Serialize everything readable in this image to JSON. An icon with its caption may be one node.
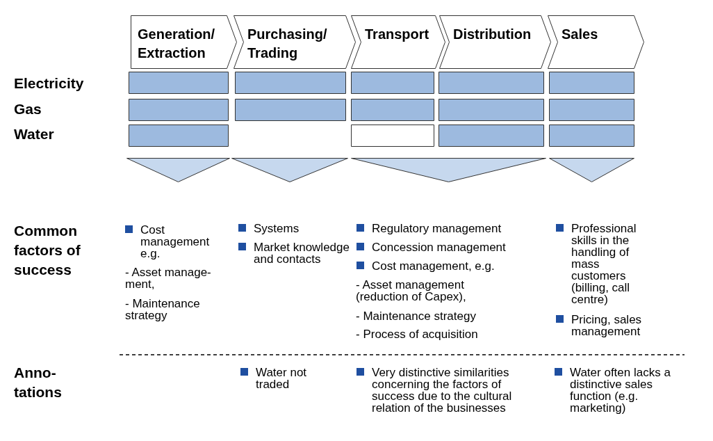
{
  "diagram": {
    "nodes": [
      {
        "text": [
          "Generation/ Extraction"
        ]
      },
      {
        "text": [
          "Purchasing/ Trading"
        ]
      },
      {
        "text": [
          "Transport"
        ]
      },
      {
        "text": [
          "Distribution"
        ]
      },
      {
        "text": [
          "Sales"
        ]
      },
      {
        "text": [],
        "shape": "bar"
      },
      {
        "text": [],
        "shape": "bar"
      },
      {
        "text": [],
        "shape": "bar"
      },
      {
        "text": [],
        "shape": "bar"
      },
      {
        "text": [],
        "shape": "bar"
      },
      {
        "text": [],
        "shape": "bar"
      },
      {
        "text": [],
        "shape": "bar"
      },
      {
        "text": [],
        "shape": "bar"
      },
      {
        "text": [],
        "shape": "bar"
      },
      {
        "text": [],
        "shape": "bar"
      },
      {
        "text": [],
        "shape": "bar"
      },
      {
        "text": [],
        "shape": "box"
      },
      {
        "text": [],
        "shape": "bar"
      },
      {
        "text": [],
        "shape": "bar"
      },
      {
        "text": [],
        "shape": "triangle"
      },
      {
        "text": [],
        "shape": "triangle"
      },
      {
        "text": [],
        "shape": "triangle"
      },
      {
        "text": [],
        "shape": "triangle"
      }
    ],
    "labels": [
      "Electricity",
      "Gas",
      "Water",
      "Common factors of success",
      "Cost management e.g.",
      "- Asset manage- ment,",
      "- Maintenance strategy",
      "Systems",
      "Market knowledge and contacts",
      "Regulatory management",
      "Concession management",
      "Cost management, e.g.",
      "- Asset management (reduction of Capex),",
      "- Maintenance strategy",
      "- Process of acquisition",
      "Professional skills in the handling of mass customers (billing, call centre)",
      "Pricing, sales management",
      "Anno- tations",
      "Water not traded",
      "Very distinctive similarities concerning the factors of success due to the cultural relation of the businesses",
      "Water often lacks a distinctive sales function (e.g. marketing)"
    ]
  }
}
